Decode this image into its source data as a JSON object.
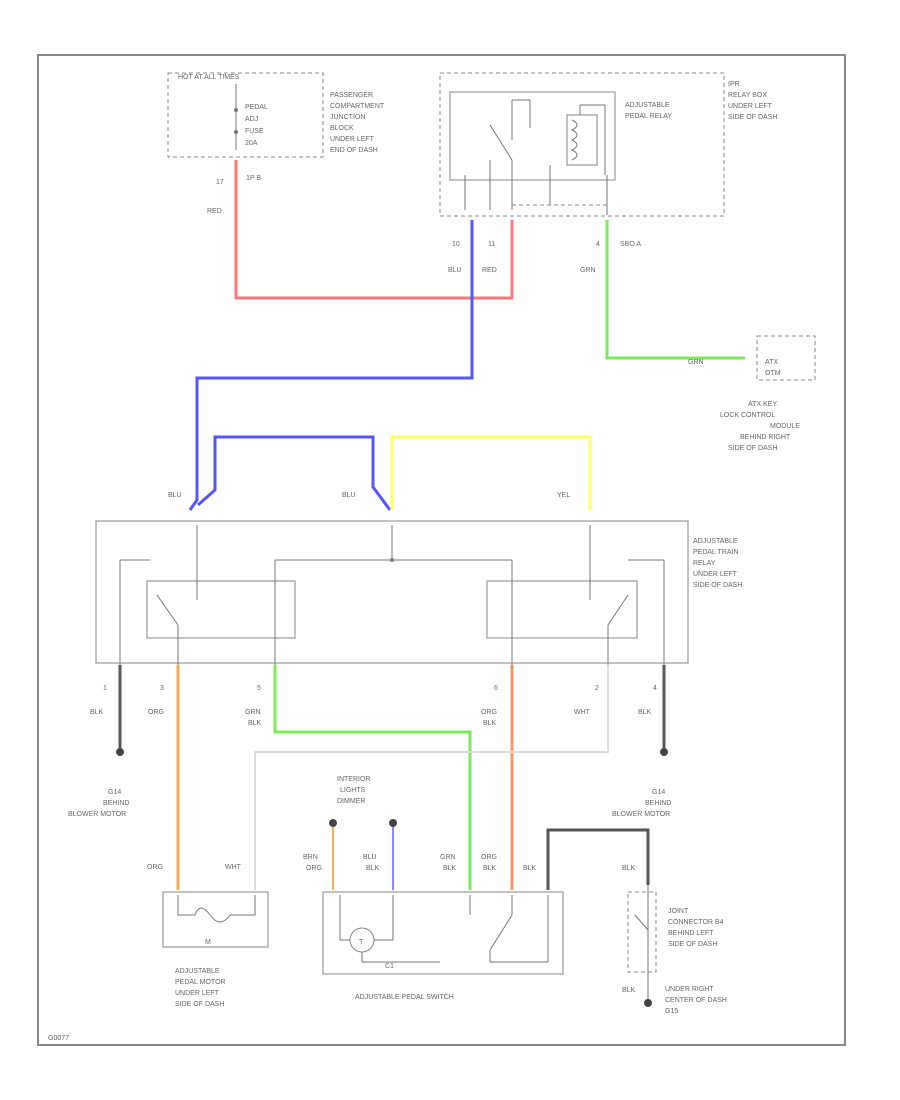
{
  "colors": {
    "red": "#ff7777",
    "blue": "#5555ff",
    "green": "#77ee55",
    "yellow": "#ffff66",
    "orange": "#ffaa55",
    "white": "#dddddd",
    "black_wire": "#555555"
  },
  "fuse_box": {
    "header": "HOT AT ALL TIMES",
    "fuse_lines": [
      "PEDAL",
      "ADJ",
      "FUSE",
      "20A"
    ],
    "location_lines": [
      "PASSENGER",
      "COMPARTMENT",
      "JUNCTION",
      "BLOCK",
      "UNDER LEFT",
      "END OF DASH"
    ],
    "pin": "17",
    "connector": "1P B"
  },
  "ipr_box": {
    "title_lines": [
      "IPR",
      "RELAY BOX",
      "UNDER LEFT",
      "SIDE OF DASH"
    ],
    "relay_label_lines": [
      "ADJUSTABLE",
      "PEDAL RELAY"
    ],
    "pin_a": "10",
    "pin_b": "11",
    "pin_c": "4",
    "connector": "SBO A"
  },
  "atkey": {
    "module_lines": [
      "ATX",
      "OTM"
    ],
    "location_lines": [
      "ATX KEY",
      "LOCK CONTROL",
      "MODULE",
      "BEHIND RIGHT",
      "SIDE OF DASH"
    ]
  },
  "pedal_relay": {
    "label_lines": [
      "ADJUSTABLE",
      "PEDAL TRAIN",
      "RELAY",
      "UNDER LEFT",
      "SIDE OF DASH"
    ],
    "pins_bottom": [
      "1",
      "3",
      "5",
      "6",
      "2",
      "4"
    ]
  },
  "grounds": {
    "left_lines": [
      "G14",
      "BEHIND",
      "BLOWER MOTOR"
    ],
    "right_lines": [
      "G14",
      "BEHIND",
      "BLOWER MOTOR"
    ],
    "bottom_lines": [
      "UNDER RIGHT",
      "CENTER OF DASH",
      "G15"
    ]
  },
  "motor": {
    "label_lines": [
      "ADJUSTABLE",
      "PEDAL MOTOR",
      "UNDER LEFT",
      "SIDE OF DASH"
    ],
    "symbol": "M"
  },
  "lights": {
    "label_lines": [
      "INTERIOR",
      "LIGHTS",
      "DIMMER"
    ],
    "light_symbol": "T"
  },
  "pedal_switch": {
    "label": "ADJUSTABLE PEDAL SWITCH",
    "inner": "C1"
  },
  "joint": {
    "label_lines": [
      "JOINT",
      "CONNECTOR B4",
      "BEHIND LEFT",
      "SIDE OF DASH"
    ]
  },
  "wire_labels": {
    "red": "RED",
    "blu": "BLU",
    "grn": "GRN",
    "yel": "YEL",
    "blk": "BLK",
    "org": "ORG",
    "wht": "WHT",
    "grn_blk_top": "GRN",
    "grn_blk_bot": "BLK",
    "org_blk_top": "ORG",
    "org_blk_bot": "BLK",
    "brn_org_top": "BRN",
    "brn_org_bot": "ORG",
    "blu_blk_top": "BLU",
    "blu_blk_bot": "BLK"
  },
  "footer_code": "G0077"
}
